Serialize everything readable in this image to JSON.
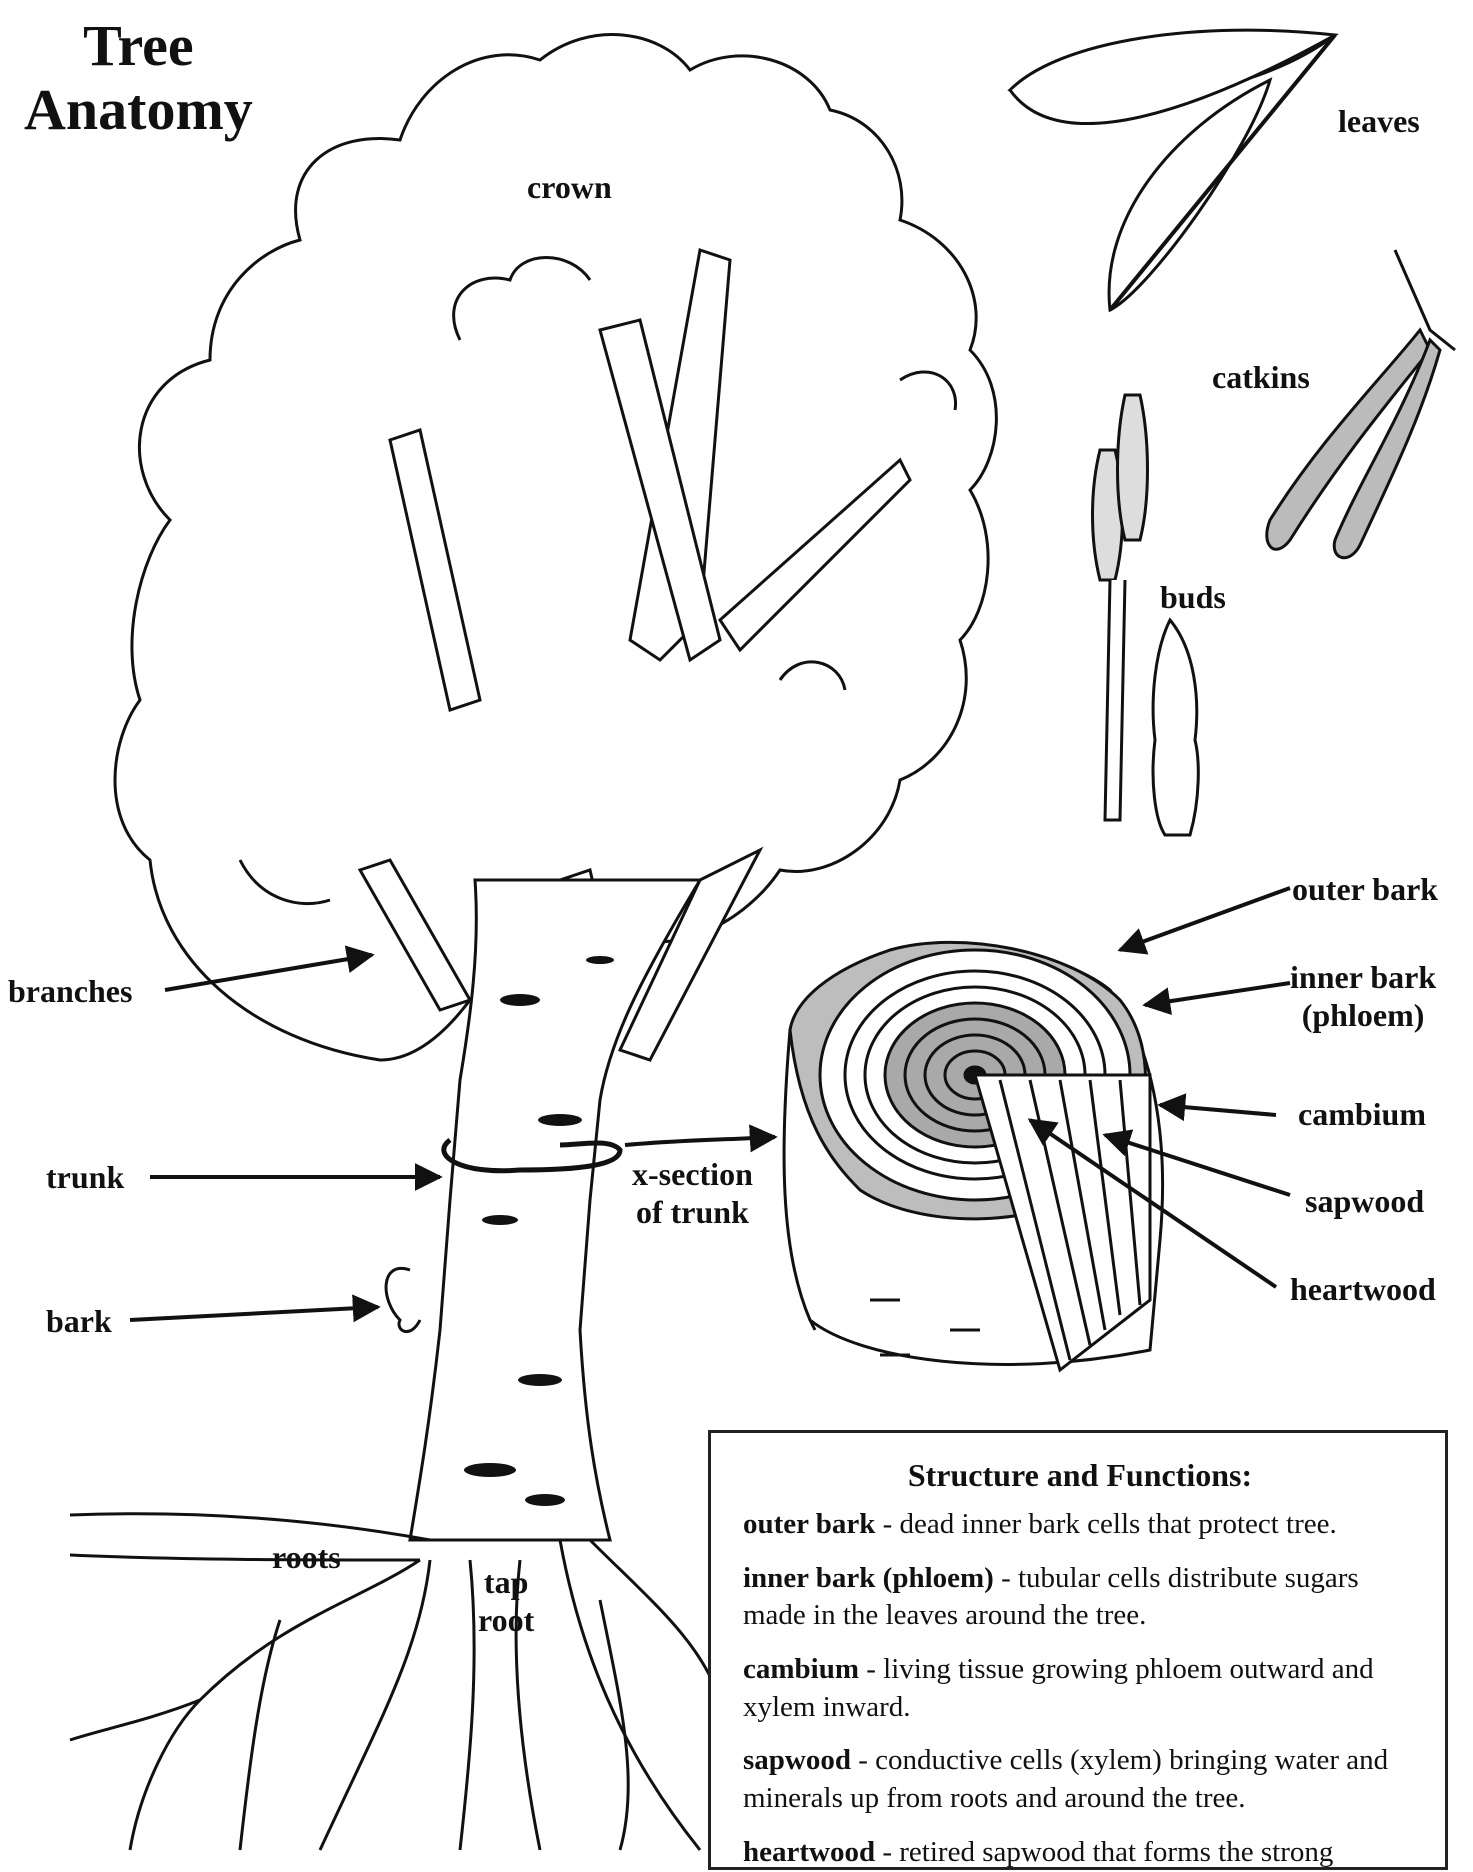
{
  "title": {
    "line1": "Tree",
    "line2": "Anatomy"
  },
  "labels": {
    "crown": "crown",
    "leaves": "leaves",
    "catkins": "catkins",
    "buds": "buds",
    "outer_bark": "outer bark",
    "inner_bark_line1": "inner bark",
    "inner_bark_line2": "(phloem)",
    "cambium": "cambium",
    "sapwood": "sapwood",
    "heartwood": "heartwood",
    "branches": "branches",
    "trunk": "trunk",
    "bark": "bark",
    "xsection_line1": "x-section",
    "xsection_line2": "of trunk",
    "roots": "roots",
    "tap_root_line1": "tap",
    "tap_root_line2": "root"
  },
  "structure": {
    "heading": "Structure and Functions:",
    "items": [
      {
        "term": "outer bark",
        "desc": " - dead inner bark cells that protect tree."
      },
      {
        "term": "inner bark (phloem)",
        "desc": " - tubular cells distribute sugars made in the leaves around the tree."
      },
      {
        "term": "cambium",
        "desc": " - living tissue growing phloem outward and xylem inward."
      },
      {
        "term": "sapwood",
        "desc": " - conductive cells (xylem) bringing water and minerals up from roots and around the tree."
      },
      {
        "term": "heartwood",
        "desc": " - retired sapwood that forms the strong"
      }
    ]
  },
  "colors": {
    "ink": "#111111",
    "heartwood_fill": "#a9a9a9",
    "bark_fill": "#bdbdbd"
  }
}
